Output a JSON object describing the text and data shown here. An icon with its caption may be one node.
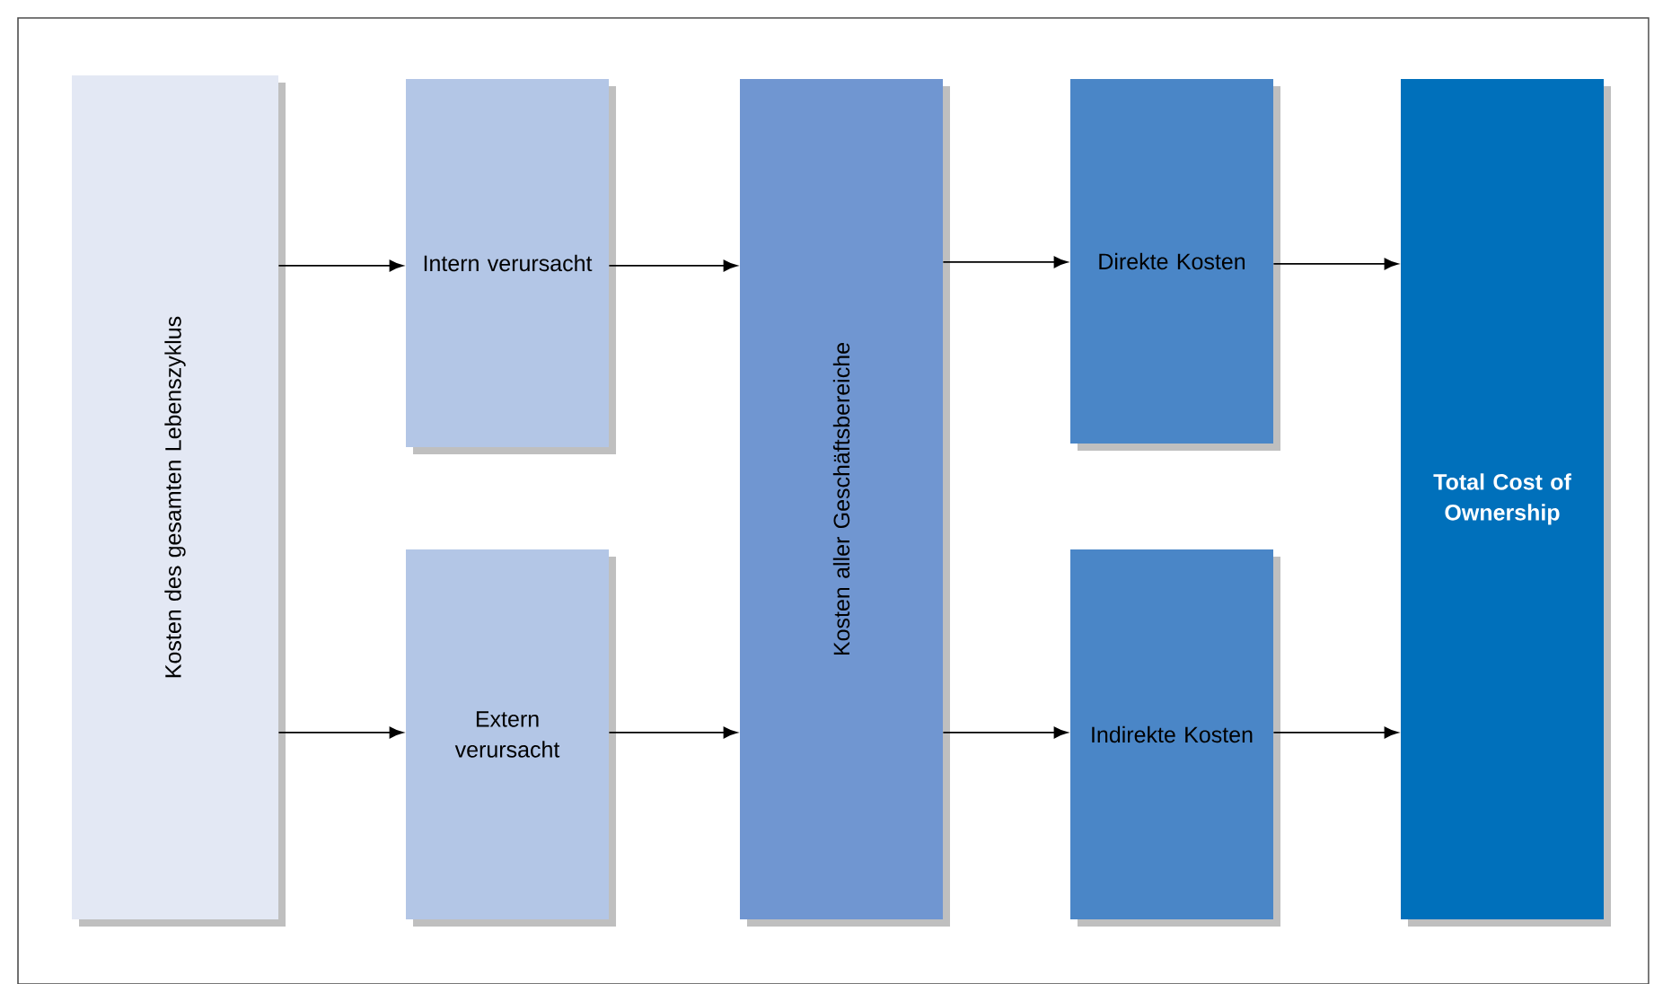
{
  "diagram": {
    "nodes": [
      {
        "text": [
          "Kosten des gesamten Lebenszyklus"
        ]
      },
      {
        "text": [
          "Intern verursacht"
        ]
      },
      {
        "text": [
          "Extern verursacht"
        ]
      },
      {
        "text": [
          "Kosten aller Geschäftsbereiche"
        ]
      },
      {
        "text": [
          "Direkte Kosten"
        ]
      },
      {
        "text": [
          "Indirekte Kosten"
        ]
      },
      {
        "text": [
          "Total Cost of Ownership"
        ]
      }
    ],
    "edges": [
      {
        "from": 0,
        "to": 1,
        "arrow": "to"
      },
      {
        "from": 0,
        "to": 2,
        "arrow": "to"
      },
      {
        "from": 1,
        "to": 3,
        "arrow": "to"
      },
      {
        "from": 2,
        "to": 3,
        "arrow": "to"
      },
      {
        "from": 3,
        "to": 4,
        "arrow": "to"
      },
      {
        "from": 3,
        "to": 5,
        "arrow": "to"
      },
      {
        "from": 4,
        "to": 6,
        "arrow": "to"
      },
      {
        "from": 5,
        "to": 6,
        "arrow": "to"
      }
    ]
  }
}
